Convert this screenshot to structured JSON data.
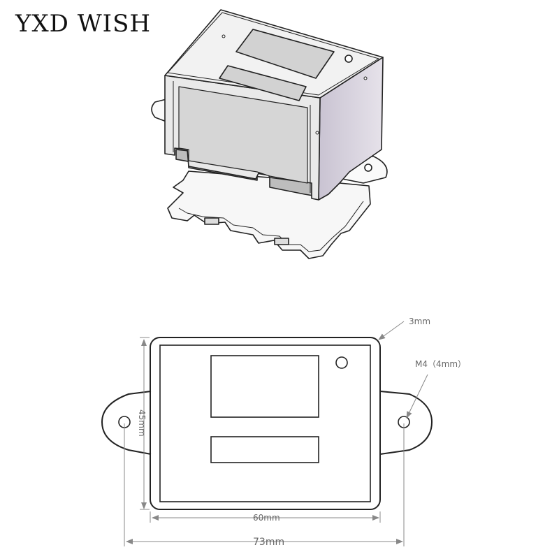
{
  "brand": "YXD WISH",
  "dimensions": {
    "corner_radius": "3mm",
    "mount_hole": "M4（4mm）",
    "height": "45mm",
    "inner_width": "60mm",
    "total_width": "73mm"
  },
  "colors": {
    "line": "#222222",
    "dim_line": "#888888",
    "side_face": "#d9d4e0",
    "front_face": "#eeeeee"
  }
}
